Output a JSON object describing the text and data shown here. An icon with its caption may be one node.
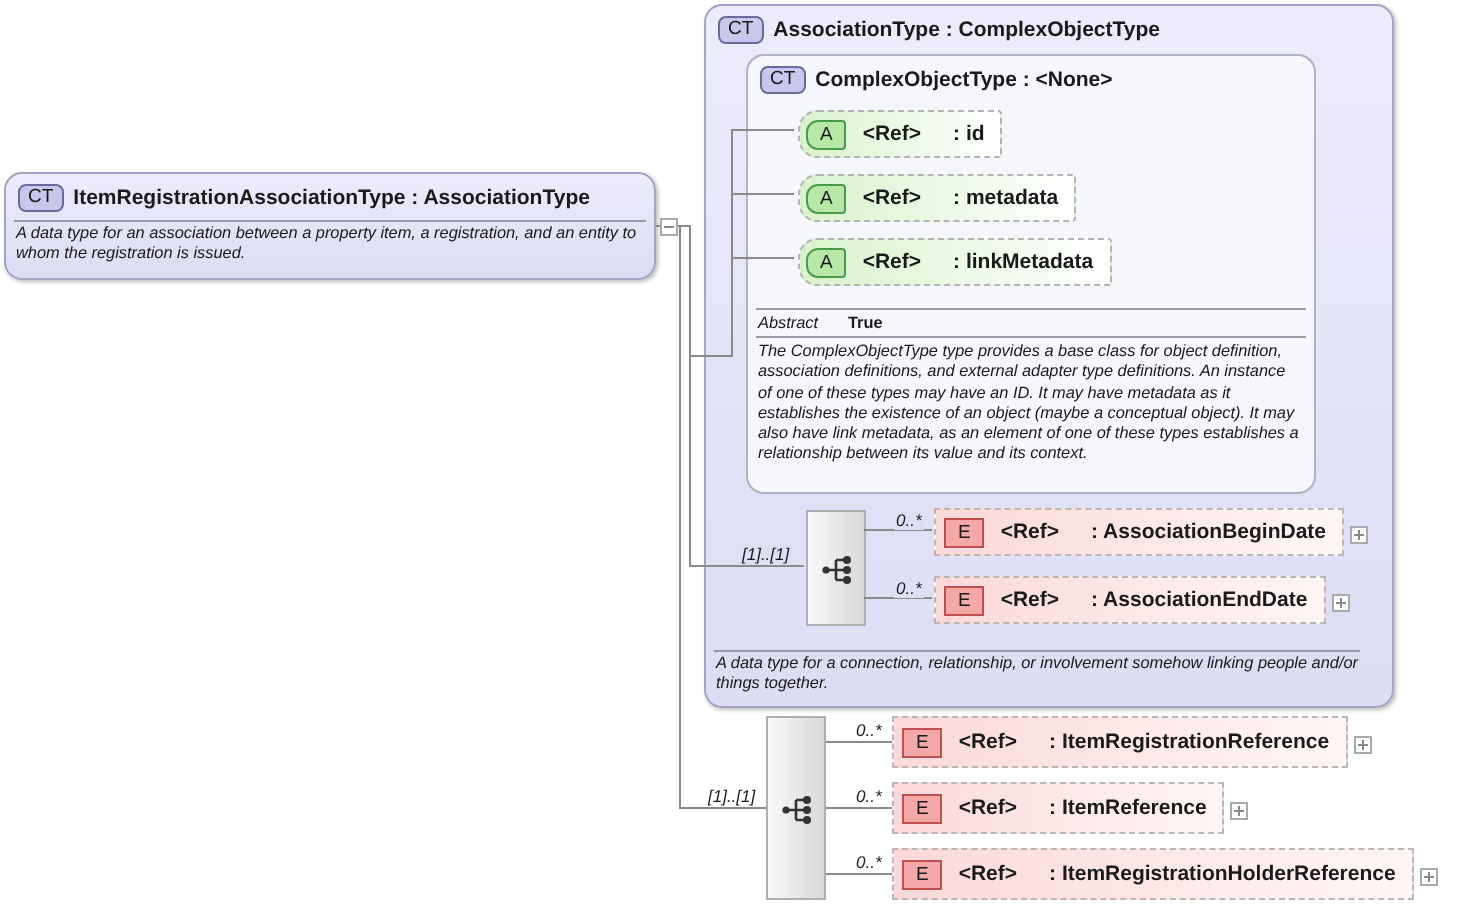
{
  "diagram": {
    "nodes": [
      {
        "text": [
          "CT",
          "ItemRegistrationAssociationType : AssociationType",
          "A data type for an association between a property item, a registration, and an entity to whom the registration is issued."
        ]
      },
      {
        "text": [
          "CT",
          "AssociationType : ComplexObjectType",
          "A data type for a connection, relationship, or involvement somehow linking people and/or things together."
        ]
      },
      {
        "text": [
          "CT",
          "ComplexObjectType : <None>",
          "Abstract",
          "True",
          "The ComplexObjectType type provides a base class for object definition, association definitions, and external adapter type definitions. An instance of one of these types may have an ID. It may have metadata as it establishes the existence of an object (maybe a conceptual object). It may also have link metadata, as an element of one of these types establishes a relationship between its value and its context."
        ],
        "in": 1
      },
      {
        "text": [
          "A",
          "<Ref>",
          ": id"
        ],
        "in": 2
      },
      {
        "text": [
          "A",
          "<Ref>",
          ": metadata"
        ],
        "in": 2
      },
      {
        "text": [
          "A",
          "<Ref>",
          ": linkMetadata"
        ],
        "in": 2
      },
      {
        "text": [],
        "shape": "box",
        "in": 1
      },
      {
        "text": [
          "E",
          "<Ref>",
          ": AssociationBeginDate"
        ],
        "in": 1
      },
      {
        "text": [
          "E",
          "<Ref>",
          ": AssociationEndDate"
        ],
        "in": 1
      },
      {
        "text": [],
        "shape": "box"
      },
      {
        "text": [
          "E",
          "<Ref>",
          ": ItemRegistrationReference"
        ]
      },
      {
        "text": [
          "E",
          "<Ref>",
          ": ItemReference"
        ]
      },
      {
        "text": [
          "E",
          "<Ref>",
          ": ItemRegistrationHolderReference"
        ]
      }
    ],
    "edges": [
      {
        "from": 0,
        "to": 3,
        "arrow": "none"
      },
      {
        "from": 0,
        "to": 4,
        "arrow": "none"
      },
      {
        "from": 0,
        "to": 5,
        "arrow": "none"
      },
      {
        "from": 0,
        "to": 6,
        "arrow": "none",
        "label": "[1]..[1]"
      },
      {
        "from": 6,
        "to": 7,
        "arrow": "none",
        "label": "0..*"
      },
      {
        "from": 6,
        "to": 8,
        "arrow": "none",
        "label": "0..*"
      },
      {
        "from": 0,
        "to": 9,
        "arrow": "none",
        "label": "[1]..[1]"
      },
      {
        "from": 9,
        "to": 10,
        "arrow": "none",
        "label": "0..*"
      },
      {
        "from": 9,
        "to": 11,
        "arrow": "none",
        "label": "0..*"
      },
      {
        "from": 9,
        "to": 12,
        "arrow": "none",
        "label": "0..*"
      }
    ]
  }
}
